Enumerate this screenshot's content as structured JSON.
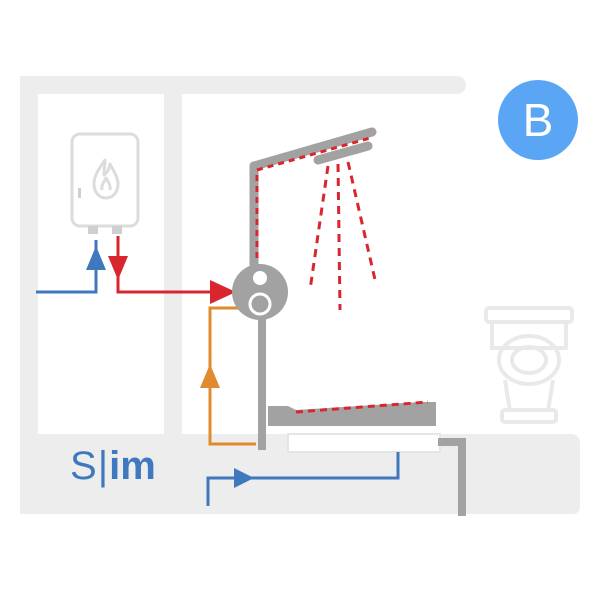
{
  "badge": {
    "letter": "B"
  },
  "brand": {
    "s": "S",
    "sep": "|",
    "rest": "im"
  },
  "colors": {
    "wall": "#eeeded",
    "pipe_grey": "#a2a2a2",
    "hot": "#d9262e",
    "cold": "#3f78bf",
    "mixed": "#e08b2e",
    "badge": "#5aa6f5",
    "brand": "#3f78bf",
    "fixture_outline": "#e9e9e9"
  },
  "icons": [
    "water-heater-icon",
    "flame-icon",
    "toilet-icon",
    "shower-mixer-icon",
    "shower-head-icon",
    "bathtub-icon"
  ]
}
